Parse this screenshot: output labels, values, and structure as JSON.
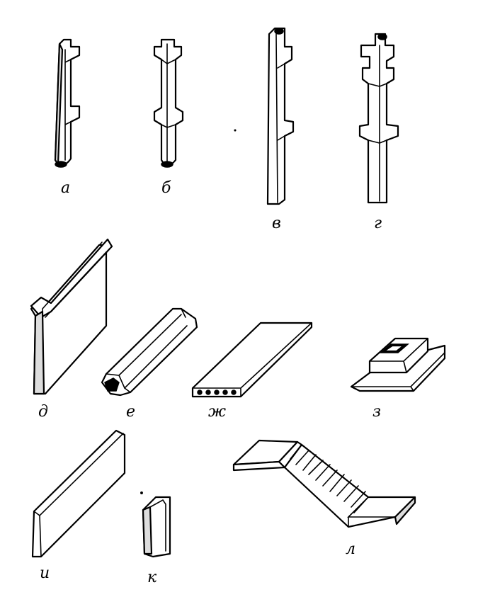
{
  "labels": {
    "a": "а",
    "b": "б",
    "v": "в",
    "g": "г",
    "d": "д",
    "e": "е",
    "zh": "ж",
    "z": "з",
    "i": "и",
    "k": "к",
    "l": "л"
  }
}
